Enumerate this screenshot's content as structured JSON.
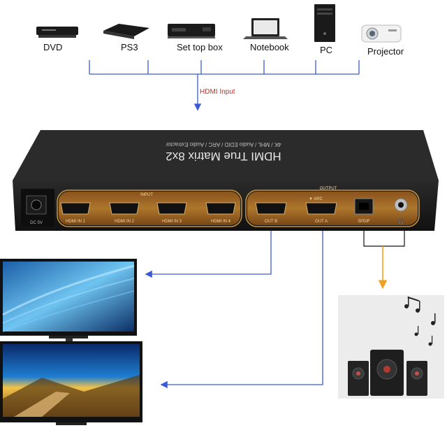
{
  "sources": [
    {
      "label": "DVD",
      "icon": "dvd-player-icon"
    },
    {
      "label": "PS3",
      "icon": "game-console-icon"
    },
    {
      "label": "Set top box",
      "icon": "set-top-box-icon"
    },
    {
      "label": "Notebook",
      "icon": "laptop-icon"
    },
    {
      "label": "PC",
      "icon": "desktop-tower-icon"
    },
    {
      "label": "Projector",
      "icon": "projector-icon"
    }
  ],
  "input_arrow_label": "HDMI Input",
  "device": {
    "title": "HDMI True Matrix 8x2",
    "subtitle": "4K / MHL / Audio EDID / ARC / Audio Extractor",
    "power_label": "DC 5V",
    "input_group_label": "INPUT",
    "output_group_label": "OUTPUT",
    "inputs": [
      "HDMI IN 1",
      "HDMI IN 2",
      "HDMI IN 3",
      "HDMI IN 4"
    ],
    "outputs": [
      "OUT B",
      "OUT A"
    ],
    "arc_label": "▼ ARC",
    "spdif_label": "SPDIF",
    "headphone_symbol": "🎧"
  },
  "colors": {
    "wire": "#3b5bd6",
    "audio_arrow": "#f0a020",
    "hdmi_label": "#c0322a",
    "device_body": "#1d1d1d",
    "gold": "#c8973b"
  }
}
